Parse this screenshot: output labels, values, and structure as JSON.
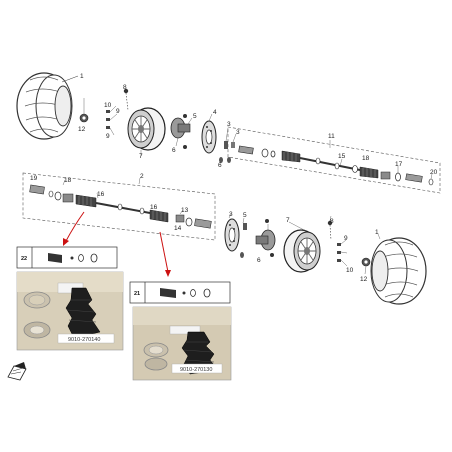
{
  "diagram": {
    "callouts": {
      "c1_left": "1",
      "c1_right": "1",
      "c2": "2",
      "c3a": "3",
      "c3b": "3",
      "c3c": "3",
      "c4": "4",
      "c5": "5",
      "c6a": "6",
      "c6b": "6",
      "c7a": "7",
      "c7b": "7",
      "c8a": "8",
      "c8b": "8",
      "c9a": "9",
      "c9b": "9",
      "c9c": "9",
      "c10a": "10",
      "c10b": "10",
      "c11": "11",
      "c12a": "12",
      "c12b": "12",
      "c13": "13",
      "c14": "14",
      "c15": "15",
      "c16a": "16",
      "c16b": "16",
      "c17": "17",
      "c18a": "18",
      "c18b": "18",
      "c19": "19",
      "c20": "20",
      "c21": "21",
      "c22": "22"
    },
    "kit_left": {
      "number": "22",
      "part_number": "9010-270140"
    },
    "kit_right": {
      "number": "21",
      "part_number": "9010-270130"
    },
    "colors": {
      "line": "#333333",
      "dash": "#555555",
      "arrow": "#cc1111",
      "photo_bg": "#d9cfb8",
      "boot": "#202020"
    },
    "icons": {
      "front": "front-direction-arrow-icon"
    }
  }
}
